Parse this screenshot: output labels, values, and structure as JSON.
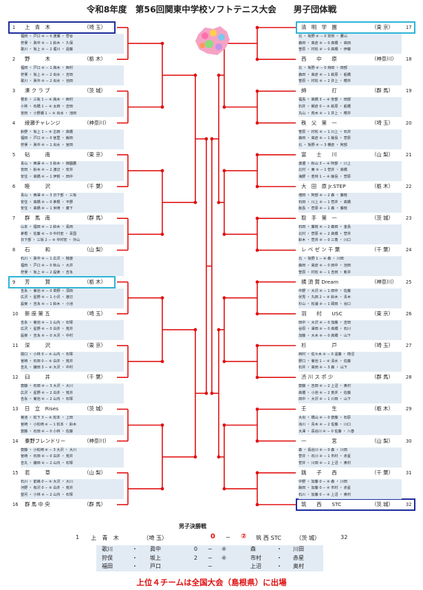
{
  "title": "令和8年度　第56回関東中学校ソフトテニス大会　　男子団体戦",
  "colors": {
    "bracket": "#e01010",
    "accent_blue": "#1a2a9c",
    "accent_cyan": "#2bb3d6",
    "box_bg": "#e2ebf4"
  },
  "chart_data": {
    "type": "bracket",
    "left_teams": [
      {
        "no": "1",
        "name": "上　青　木",
        "pref": "（埼 玉）"
      },
      {
        "no": "2",
        "name": "野　　　木",
        "pref": "（栃 木）"
      },
      {
        "no": "3",
        "name": "湊 ク ラ ブ",
        "pref": "（茨 城）"
      },
      {
        "no": "4",
        "name": "綾瀬チャレンジ",
        "pref": "（神奈川）"
      },
      {
        "no": "5",
        "name": "砧　　　南",
        "pref": "（東 京）"
      },
      {
        "no": "6",
        "name": "睦　　　沢",
        "pref": "（千 葉）"
      },
      {
        "no": "7",
        "name": "群　馬　南",
        "pref": "（群 馬）"
      },
      {
        "no": "8",
        "name": "石　　　和",
        "pref": "（山 梨）"
      },
      {
        "no": "9",
        "name": "芳　　　賀",
        "pref": "（栃 木）"
      },
      {
        "no": "10",
        "name": "新 座 第 五",
        "pref": "（埼 玉）"
      },
      {
        "no": "11",
        "name": "深　　　沢",
        "pref": "（東 京）"
      },
      {
        "no": "12",
        "name": "臼　　　井",
        "pref": "（千 葉）"
      },
      {
        "no": "13",
        "name": "日　立　Rises",
        "pref": "（茨 城）"
      },
      {
        "no": "14",
        "name": "秦野フレンドリー",
        "pref": "（神奈川）"
      },
      {
        "no": "15",
        "name": "若　　　草",
        "pref": "（山 梨）"
      },
      {
        "no": "16",
        "name": "群 馬 中 央",
        "pref": "（群 馬）"
      }
    ],
    "right_teams": [
      {
        "no": "17",
        "name": "清　明　学　園",
        "pref": "（東 京）"
      },
      {
        "no": "18",
        "name": "西　　中　　原",
        "pref": "（神奈川）"
      },
      {
        "no": "19",
        "name": "綿　　　　　打",
        "pref": "（群 馬）"
      },
      {
        "no": "20",
        "name": "秩　父　第　一",
        "pref": "（埼 玉）"
      },
      {
        "no": "21",
        "name": "富　　士　　川",
        "pref": "（山 梨）"
      },
      {
        "no": "22",
        "name": "大　田　原 Jr.STEP",
        "pref": "（栃 木）"
      },
      {
        "no": "23",
        "name": "取　手　第　一",
        "pref": "（茨 城）"
      },
      {
        "no": "24",
        "name": "レ ベ ゼ ン 千 葉",
        "pref": "（千 葉）"
      },
      {
        "no": "25",
        "name": "横 須 賀 Dream",
        "pref": "（神奈川）"
      },
      {
        "no": "26",
        "name": "羽　　村　　USC",
        "pref": "（東 京）"
      },
      {
        "no": "27",
        "name": "杉　　　　　戸",
        "pref": "（埼 玉）"
      },
      {
        "no": "28",
        "name": "渋 川 ス ポ 少",
        "pref": "（群 馬）"
      },
      {
        "no": "29",
        "name": "壬　　　　　生",
        "pref": "（栃 木）"
      },
      {
        "no": "30",
        "name": "一　　　　　宮",
        "pref": "（山 梨）"
      },
      {
        "no": "31",
        "name": "銚　　子　　西",
        "pref": "（千 葉）"
      },
      {
        "no": "32",
        "name": "筑　　西　　STC",
        "pref": "（茨 城）"
      }
    ],
    "left_matches": [
      [
        "福田 ・ 戸口 ④ − 0 渡瀬 ・ 菅谷",
        "狩俣 ・ 眞中 ④ − 1 鈴木 ・ 久保",
        "歌川 ・ 坂上 ④ − 2 堀川 ・ 遠藤"
      ],
      [
        "福田 ・ 戸口 ④ − 1 高木 ・ 西村",
        "狩俣 ・ 坂上 ④ − 2 出水 ・ 吉田",
        "歌川 ・ 眞中 ④ − 2 出水 ・ 池田"
      ],
      [
        "根本 ・ 三坂 1 − ④ 高木 ・ 西村",
        "小林 ・ 石橋 1 − ④ 太田 ・ 吉田",
        "安田 ・ 小野瀬 1 − ④ 出水 ・ 池田"
      ],
      [
        "鈴野 ・ 坂上 1 − ④ 古田 ・ 高橋",
        "福田 ・ 戸口 ④ − 0 宮里 ・ 飯田",
        "狩俣 ・ 眞中 ④ − 1 出水 ・ 宮田"
      ],
      [
        "青山 ・ 西澤 ④ − 3 鈴木 ・ 御園鷹",
        "安田 ・ 鈴木 ④ − 2 渡辺 ・ 安井",
        "安住 ・ 高橋 ④ − 1 伊賀 ・ 田中"
      ],
      [
        "青山 ・ 西澤 ④ − 3 日下部 ・ 三坂",
        "安住 ・ 高橋 ④ − 0 茅根 ・ 平野",
        "安住 ・ 高橋 ④ − 1 米崎 ・ 廣下"
      ],
      [
        "山本 ・ 福田 ④ − 2 鈴木 ・ 長田",
        "茅根 ・ 佐藤 ④ − 0 中村宏 ・ 青国",
        "日下部 ・ 三坂 2 − ④ 中村宏 ・ 外山"
      ],
      [
        "石川 ・ 眞中 ④ − 1 広沢 ・ 樋渡",
        "福田 ・ 戸口 ④ − 0 秋山 ・ 大井",
        "狩俣 ・ 坂上 ④ − 2 設楽 ・ 吉永"
      ],
      [
        "吉永 ・ 菊池 ④ − 0 草野 ・ 須田",
        "広沢 ・ 星野 ④ − 1 小沢 ・ 渡辺",
        "設楽 ・ 吉永 ④ − 1 鈴木 ・ 小池"
      ],
      [
        "吉永 ・ 菊池 ④ − 1 山内 ・ 石塚",
        "広沢 ・ 星野 ④ − 0 白井 ・ 荒井",
        "設楽 ・ 吉永 ④ − 0 大沢 ・ 中村"
      ],
      [
        "関口 ・ 小林 0 − ④ 山内 ・ 石塚",
        "宮崎 ・ 石田 0 − ④ 白井 ・ 荒井",
        "吉丸 ・ 鎌田 3 − ④ 大沢 ・ 中村"
      ],
      [
        "齋藤 ・ 石田 ④ − 3 大沢 ・ 大川",
        "広沢 ・ 星野 ④ − 2 白井 ・ 荒井",
        "吉永 ・ 菊池 ④ − 2 山内 ・ 石塚"
      ],
      [
        "菊池 ・ 松下 3 − ④ 松本 ・ 上田",
        "宮崎 ・ 小松崎 ④ − 1 松本 ・ 鈴木",
        "齋藤 ・ 石田 ④ − 0 小林 ・ 佐藤"
      ],
      [
        "齋藤 ・ 小松崎 ④ − 3 大沢 ・ 大川",
        "宮崎 ・ 石田 ④ − 0 白井 ・ 荒井",
        "吉丸 ・ 鎌田 ④ − 2 山内 ・ 石塚"
      ],
      [
        "石川 ・ 前嶋 0 − ④ 大沢 ・ 大川",
        "河野 ・ 有沢 0 − ④ 白井 ・ 荒井",
        "望月 ・ 小林 ④ − 2 山内 ・ 石塚"
      ],
      null
    ],
    "right_matches": [
      [
        "北 ・ 坂野 ④ − 0 安田 ・ 鷹山",
        "森田 ・ 高倉 ④ − 0 高橋 ・ 高田",
        "笹原 ・ 村松 ④ − 0 高橋 ・ 伊藤"
      ],
      [
        "北 ・ 坂野 ④ − 0 持田 ・ 田部",
        "森田 ・ 高倉 ④ − 1 萩原 ・ 船橋",
        "笹原 ・ 村松 ④ − 2 井上 ・ 櫻井"
      ],
      [
        "福島 ・ 高橋 3 − ④ 安部 ・ 田部",
        "石井 ・ 朝倉 0 − ④ 萩原 ・ 船橋",
        "丸山 ・ 荒木 ④ − 1 井上 ・ 櫻井"
      ],
      [
        "笹原 ・ 村松 ④ − 1 川上 ・ 石井",
        "森田 ・ 高倉 ④ − 1 飯島 ・ 菅原",
        "北 ・ 坂野 ④ − 3 横倉 ・ 阿部"
      ],
      [
        "渡邉 ・ 秋山 3 − ④ 阿部 ・ 川上",
        "北村 ・ 東 ④ − 1 菅井 ・ 高橋",
        "海野 ・ 若林 1 − ④ 飯島 ・ 菅原"
      ],
      [
        "増田 ・ 阿部 ④ − 2 森 ・ 藤枝",
        "石田 ・ 川上 ④ − 1 菅井 ・ 高橋",
        "飯島 ・ 菅原 ④ − 1 森 ・ 藤枝"
      ],
      [
        "石田 ・ 藤枝 ④ − 2 森田 ・ 金島",
        "北村 ・ 菅原 ④ − 2 高橋 ・ 菅井",
        "鈴木 ・ 菅井 ④ − 0 三角 ・ 川口"
      ],
      [
        "北 ・ 坂野 1 − ④ 森 ・ 川田",
        "森田 ・ 高倉 ④ − 0 田中 ・ 池田",
        "笹原 ・ 村松 ④ − 1 吉田 ・ 新井"
      ],
      [
        "中野 ・ 大沢 ④ − 1 田中 ・ 佐藤",
        "伏見 ・ 丸田 2 − ④ 鈴木 ・ 青木",
        "杉山 ・ 松浦 ④ − 1 岡田 ・ 谷口"
      ],
      [
        "田中 ・ 大沢 ④ − 0 加藤 ・ 吉田",
        "谷原 ・ 澤田 ④ − 0 高橋 ・ 石川",
        "加藤 ・ 大木 ④ − 0 高橋 ・ 山下"
      ],
      [
        "西村 ・ 佐々木 ④ − 0 遠藤 ・ 柿沼",
        "野口 ・ 菊池 1 − ④ 清水 ・ 佐藤",
        "石井 ・ 高田 ④ − 3 森 ・ 山下"
      ],
      [
        "齋藤 ・ 吉田 ④ − 2 上沼 ・ 奥村",
        "高橋 ・ 小池 ④ − 2 荒井 ・ 佐藤",
        "田中 ・ 大沢 ④ − 1 川田 ・ 山下"
      ],
      [
        "大出 ・ 橋山 ④ − 0 齋藤 ・ 石原",
        "滝川 ・ 青木 ④ − 2 佐藤 ・ 川口",
        "大澤 ・ 長谷川 ④ − 0 佐藤 ・ 八巻"
      ],
      [
        "森 ・ 長谷川 ④ − 0 森 ・ 川田",
        "菅井 ・ 石川 ④ − 1 市村 ・ 赤星",
        "菅井 ・ 川田 ④ − 2 上沼 ・ 奥村"
      ],
      [
        "中野 ・ 加藤 0 − ④ 森 ・ 川田",
        "飯田 ・ 加藤 0 − ④ 市村 ・ 赤星",
        "石川 ・ 加藤 0 − ④ 上沼 ・ 奥村"
      ],
      null
    ]
  },
  "final": {
    "heading": "男子決勝戦",
    "left": {
      "no": "1",
      "name": "上　青　木",
      "pref": "（埼 玉）"
    },
    "right": {
      "no": "32",
      "name": "筑 西 STC",
      "pref": "（茨 城）"
    },
    "score_left": "0",
    "dash": "−",
    "score_right": "②",
    "rows": [
      {
        "l1": "歌川",
        "l2": "眞中",
        "sl": "0",
        "sr": "④",
        "r1": "森",
        "r2": "川田"
      },
      {
        "l1": "狩俣",
        "l2": "坂上",
        "sl": "2",
        "sr": "④",
        "r1": "市村",
        "r2": "赤星"
      },
      {
        "l1": "福田",
        "l2": "戸口",
        "sl": "",
        "sr": "",
        "r1": "上沼",
        "r2": "奥村"
      }
    ]
  },
  "notice": "上位４チームは全国大会（島根県）に出場"
}
